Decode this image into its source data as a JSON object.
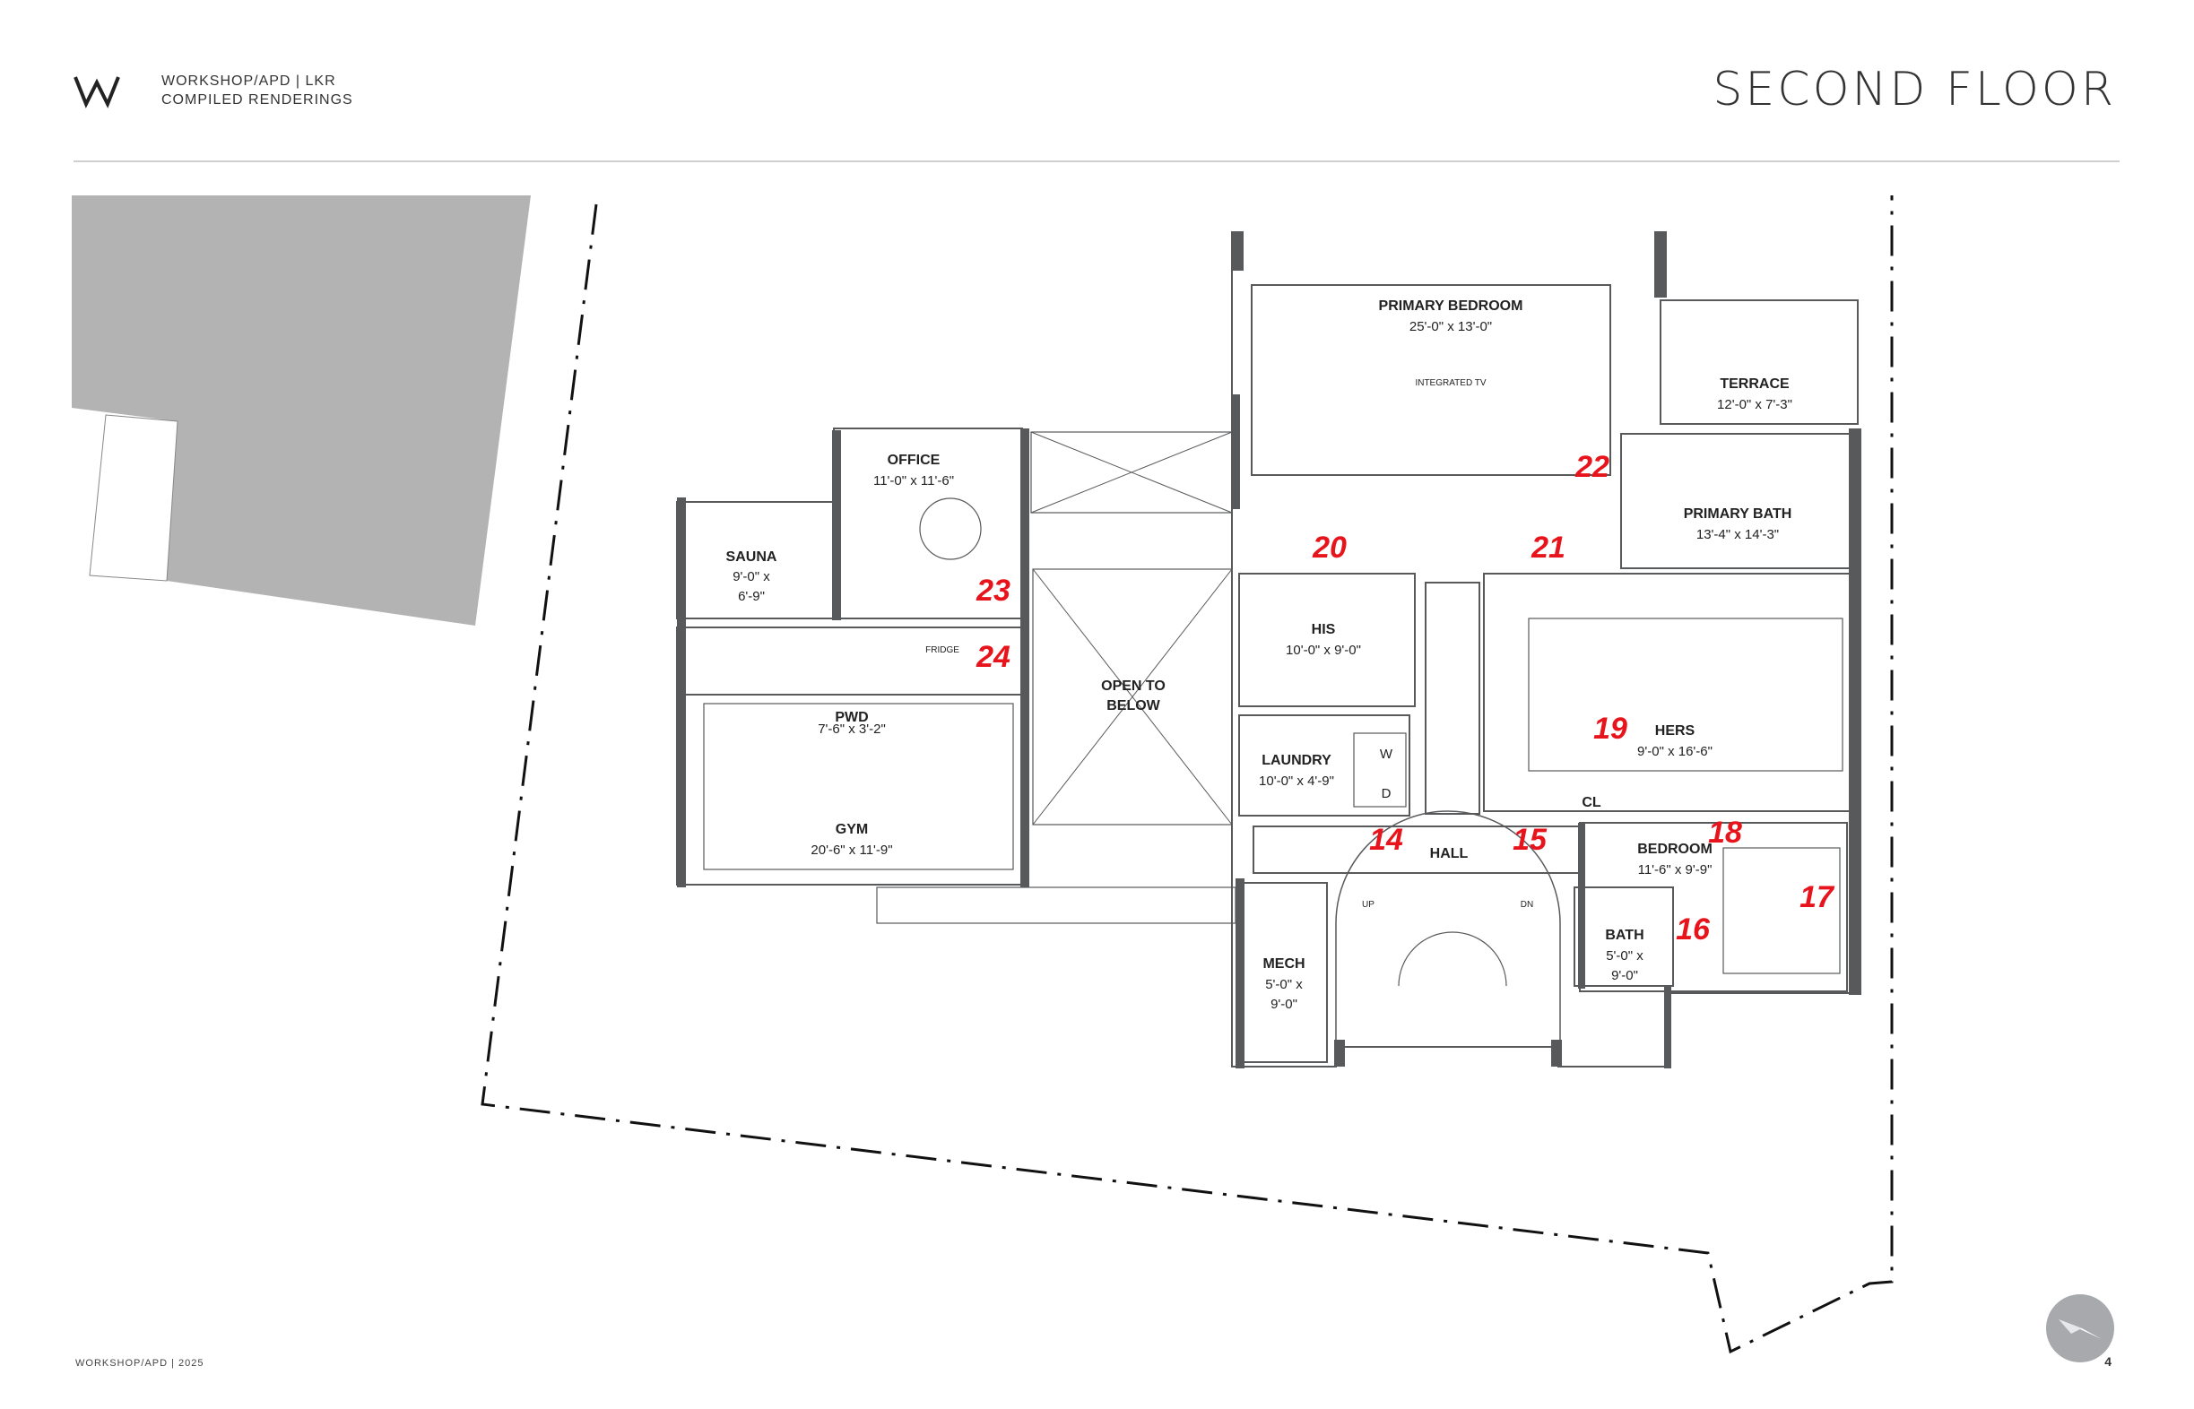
{
  "header": {
    "firm_line1": "WORKSHOP/APD | LKR",
    "firm_line2": "COMPILED RENDERINGS",
    "sheet_title": "SECOND FLOOR"
  },
  "rooms": [
    {
      "name": "PRIMARY BEDROOM",
      "dims": "25'-0\" x 13'-0\""
    },
    {
      "name": "TERRACE",
      "dims": "12'-0\" x 7'-3\""
    },
    {
      "name": "OFFICE",
      "dims": "11'-0\" x 11'-6\""
    },
    {
      "name": "PRIMARY BATH",
      "dims": "13'-4\" x 14'-3\""
    },
    {
      "name": "SAUNA",
      "dims_line1": "9'-0\" x",
      "dims_line2": "6'-9\""
    },
    {
      "name": "HIS",
      "dims": "10'-0\" x 9'-0\""
    },
    {
      "name": "OPEN TO",
      "name2": "BELOW"
    },
    {
      "name": "PWD",
      "dims": "7'-6\" x 3'-2\""
    },
    {
      "name": "HERS",
      "dims": "9'-0\" x 16'-6\""
    },
    {
      "name": "LAUNDRY",
      "dims": "10'-0\" x 4'-9\""
    },
    {
      "name": "GYM",
      "dims": "20'-6\" x 11'-9\""
    },
    {
      "name": "HALL"
    },
    {
      "name": "BEDROOM",
      "dims": "11'-6\" x 9'-9\""
    },
    {
      "name": "MECH",
      "dims_line1": "5'-0\" x",
      "dims_line2": "9'-0\""
    },
    {
      "name": "BATH",
      "dims_line1": "5'-0\" x",
      "dims_line2": "9'-0\""
    },
    {
      "name": "CL"
    }
  ],
  "fixture_labels": {
    "integrated_tv": "INTEGRATED TV",
    "fridge": "FRIDGE",
    "washer": "W",
    "dryer": "D",
    "stair_up": "UP",
    "stair_down": "DN"
  },
  "view_tags": [
    "14",
    "15",
    "16",
    "17",
    "18",
    "19",
    "20",
    "21",
    "22",
    "23",
    "24"
  ],
  "footer": {
    "left": "WORKSHOP/APD | 2025",
    "page": "4"
  },
  "colors": {
    "wall": "#58595b",
    "site": "#b3b3b3",
    "tag": "#e8141c",
    "rule": "#cfcfcf",
    "compass": "#a7a9ac"
  },
  "icons": [
    "firm-logo-icon",
    "north-arrow-icon"
  ]
}
